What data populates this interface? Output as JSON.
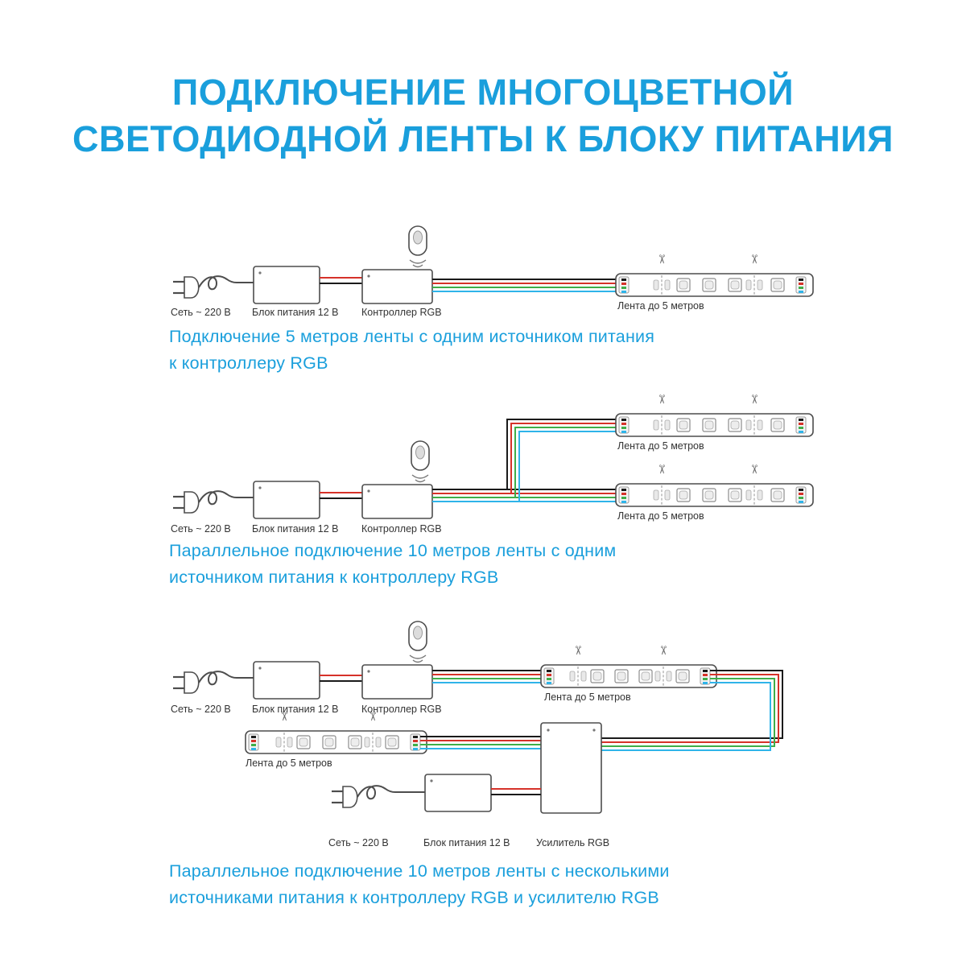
{
  "title": {
    "line1": "ПОДКЛЮЧЕНИЕ МНОГОЦВЕТНОЙ",
    "line2": "СВЕТОДИОДНОЙ ЛЕНТЫ К БЛОКУ ПИТАНИЯ"
  },
  "colors": {
    "accent": "#1a9fdc",
    "outline": "#4d4d4d",
    "label_text": "#333333",
    "wire_black": "#1a1a1a",
    "wire_red": "#d63229",
    "wire_green": "#3fae49",
    "wire_blue": "#2fb4e9"
  },
  "labels": {
    "mains": "Сеть ~ 220 В",
    "psu": "Блок питания 12 В",
    "controller": "Контроллер RGB",
    "strip": "Лента до 5 метров",
    "amplifier": "Усилитель RGB"
  },
  "icons": {
    "scissors": "✂"
  },
  "sections": [
    {
      "caption_line1": "Подключение 5 метров ленты с одним источником питания",
      "caption_line2": "к контроллеру RGB"
    },
    {
      "caption_line1": "Параллельное подключение 10 метров ленты с одним",
      "caption_line2": "источником питания к контроллеру RGB"
    },
    {
      "caption_line1": "Параллельное подключение 10 метров ленты с несколькими",
      "caption_line2": "источниками питания к контроллеру RGB и усилителю RGB"
    }
  ]
}
